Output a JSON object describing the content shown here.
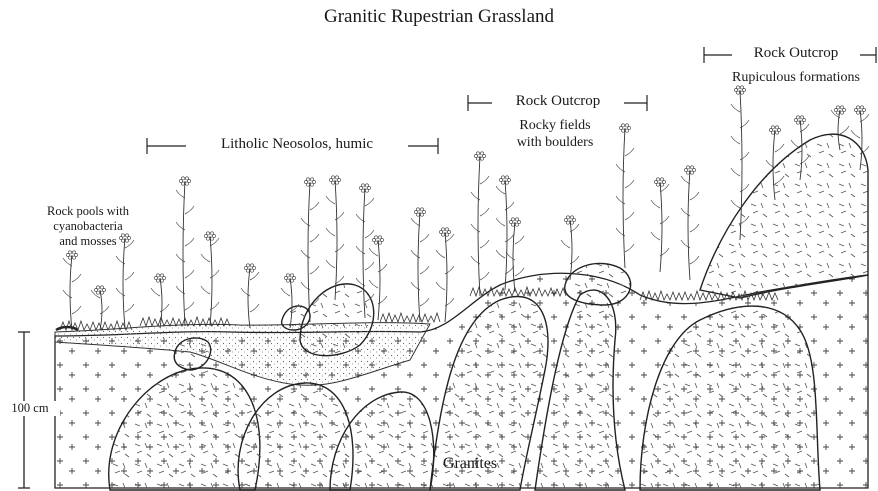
{
  "title": "Granitic Rupestrian Grassland",
  "labels": {
    "rock_pools": [
      "Rock pools with",
      "cyanobacteria",
      "and mosses"
    ],
    "litholic": "Litholic Neosolos, humic",
    "outcrop_1": "Rock Outcrop",
    "outcrop_1_sub": [
      "Rocky fields",
      "with boulders"
    ],
    "outcrop_2": "Rock Outcrop",
    "outcrop_2_sub": "Rupiculous formations",
    "scale": "100 cm",
    "bedrock": "Granites"
  }
}
